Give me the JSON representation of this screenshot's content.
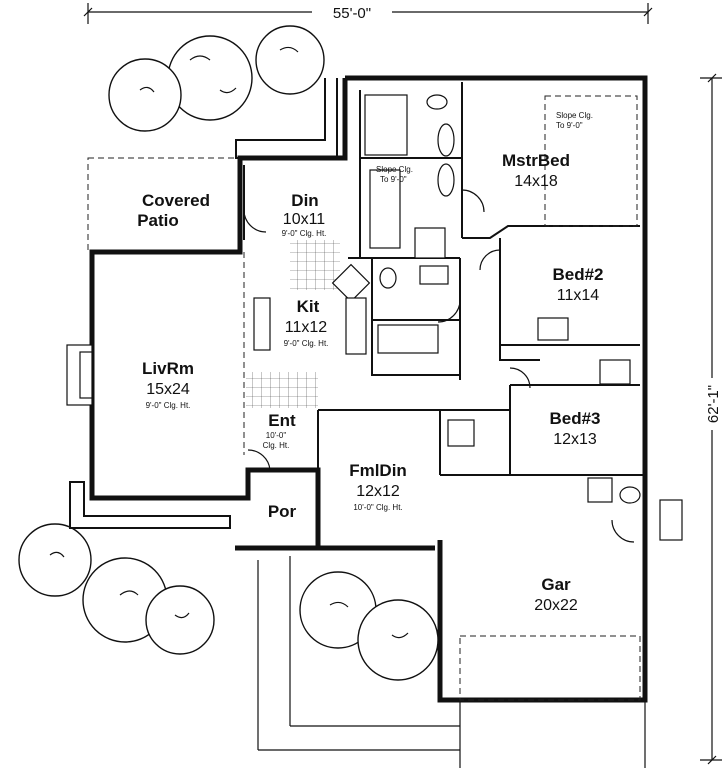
{
  "plan": {
    "overall_width": "55'-0\"",
    "overall_depth": "62'-1\"",
    "rooms": {
      "mstr_bed": {
        "name": "MstrBed",
        "size": "14x18"
      },
      "mstr_note": {
        "line1": "Slope Clg.",
        "line2": "To 9'-0\""
      },
      "bath_note": {
        "line1": "Slope Clg.",
        "line2": "To 9'-0\""
      },
      "covered_patio": {
        "line1": "Covered",
        "line2": "Patio"
      },
      "din": {
        "name": "Din",
        "size": "10x11",
        "note": "9'-0\" Clg. Ht."
      },
      "kit": {
        "name": "Kit",
        "size": "11x12",
        "note": "9'-0\" Clg. Ht."
      },
      "bed2": {
        "name": "Bed#2",
        "size": "11x14"
      },
      "liv_rm": {
        "name": "LivRm",
        "size": "15x24",
        "note": "9'-0\" Clg. Ht."
      },
      "bed3": {
        "name": "Bed#3",
        "size": "12x13"
      },
      "ent": {
        "name": "Ent",
        "note1": "10'-0\"",
        "note2": "Clg. Ht."
      },
      "fml_din": {
        "name": "FmlDin",
        "size": "12x12",
        "note": "10'-0\" Clg. Ht."
      },
      "por": {
        "name": "Por"
      },
      "gar": {
        "name": "Gar",
        "size": "20x22"
      }
    }
  }
}
